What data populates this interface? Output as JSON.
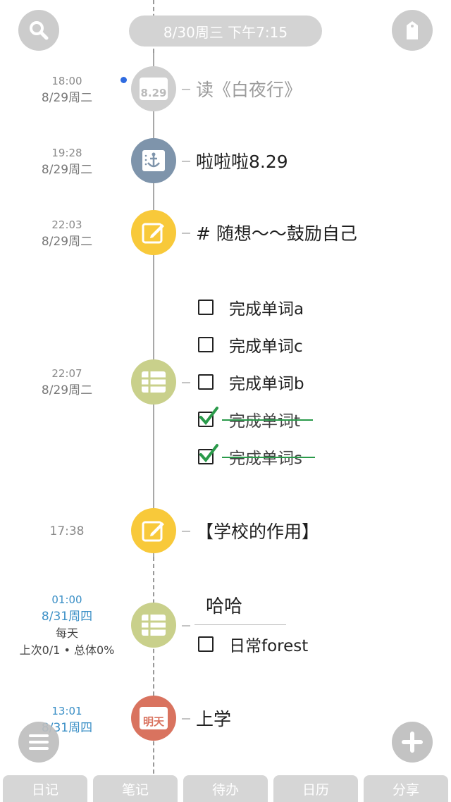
{
  "header": {
    "datetime": "8/30周三  下午7:15"
  },
  "entries": [
    {
      "time": "18:00",
      "date": "8/29周二",
      "title": "读《白夜行》",
      "badge": "8.29"
    },
    {
      "time": "19:28",
      "date": "8/29周二",
      "title": "啦啦啦8.29"
    },
    {
      "time": "22:03",
      "date": "8/29周二",
      "title": "# 随想～～鼓励自己"
    },
    {
      "time": "22:07",
      "date": "8/29周二",
      "todos": [
        {
          "label": "完成单词a",
          "done": false
        },
        {
          "label": "完成单词c",
          "done": false
        },
        {
          "label": "完成单词b",
          "done": false
        },
        {
          "label": "完成单词t",
          "done": true
        },
        {
          "label": "完成单词s",
          "done": true
        }
      ]
    },
    {
      "time": "17:38",
      "title": "【学校的作用】"
    },
    {
      "time": "01:00",
      "date": "8/31周四",
      "repeat": "每天",
      "stats": "上次0/1 • 总体0%",
      "title": "哈哈",
      "todos": [
        {
          "label": "日常forest",
          "done": false
        }
      ]
    },
    {
      "time": "13:01",
      "date": "8/31周四",
      "title": "上学",
      "badge": "明天"
    }
  ],
  "tabs": [
    "日记",
    "笔记",
    "待办",
    "日历",
    "分享"
  ],
  "colors": {
    "gray_node": "#cfcfcf",
    "steel_node": "#7e94ab",
    "yellow_node": "#f8c93a",
    "olive_node": "#c9d08b",
    "red_node": "#d9735f",
    "check_green": "#2a9a4a",
    "link_blue": "#3a8fc6"
  }
}
